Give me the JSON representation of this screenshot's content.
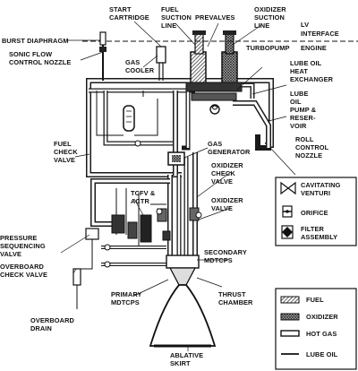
{
  "labels": {
    "start_cartridge": [
      "START",
      "CARTRIDGE"
    ],
    "fuel_suction": [
      "FUEL",
      "SUCTION",
      "LINE"
    ],
    "prevalves": "PREVALVES",
    "oxidizer_suction": [
      "OXIDIZER",
      "SUCTION",
      "LINE"
    ],
    "lv_interface": [
      "LV",
      "INTERFACE"
    ],
    "engine": "ENGINE",
    "burst_diaphragm": "BURST DIAPHRAGM",
    "sonic_flow": [
      "SONIC FLOW",
      "CONTROL NOZZLE"
    ],
    "gas_cooler": [
      "GAS",
      "COOLER"
    ],
    "turbopump": "TURBOPUMP",
    "lube_hx": [
      "LUBE OIL",
      "HEAT",
      "EXCHANGER"
    ],
    "lube_pump": [
      "LUBE",
      "OIL",
      "PUMP &",
      "RESER-",
      "VOIR"
    ],
    "fuel_check": [
      "FUEL",
      "CHECK",
      "VALVE"
    ],
    "gas_generator": [
      "GAS",
      "GENERATOR"
    ],
    "roll_control": [
      "ROLL",
      "CONTROL",
      "NOZZLE"
    ],
    "ox_check": [
      "OXIDIZER",
      "CHECK",
      "VALVE"
    ],
    "tcfv": [
      "TCFV &",
      "ACTR"
    ],
    "ox_valve": [
      "OXIDIZER",
      "VALVE"
    ],
    "pressure_seq": [
      "PRESSURE",
      "SEQUENCING",
      "VALVE"
    ],
    "secondary": [
      "SECONDARY",
      "MDTCPS"
    ],
    "overboard_check": [
      "OVERBOARD",
      "CHECK VALVE"
    ],
    "primary": [
      "PRIMARY",
      "MDTCPS"
    ],
    "thrust_chamber": [
      "THRUST",
      "CHAMBER"
    ],
    "overboard_drain": [
      "OVERBOARD",
      "DRAIN"
    ],
    "ablative": [
      "ABLATIVE",
      "SKIRT"
    ]
  },
  "symbol_legend": [
    {
      "label": "CAVITATING",
      "label2": "VENTURI",
      "icon": "venturi-icon"
    },
    {
      "label": "ORIFICE",
      "label2": "",
      "icon": "orifice-icon"
    },
    {
      "label": "FILTER",
      "label2": "ASSEMBLY",
      "icon": "filter-icon"
    }
  ],
  "line_legend": [
    {
      "label": "FUEL",
      "pattern": "fuel-hatch"
    },
    {
      "label": "OXIDIZER",
      "pattern": "oxidizer-cross"
    },
    {
      "label": "HOT GAS",
      "pattern": "hot-gas-double"
    },
    {
      "label": "LUBE OIL",
      "pattern": "lube-single"
    }
  ],
  "colors": {
    "line": "#1a1a1a",
    "background": "#ffffff"
  }
}
